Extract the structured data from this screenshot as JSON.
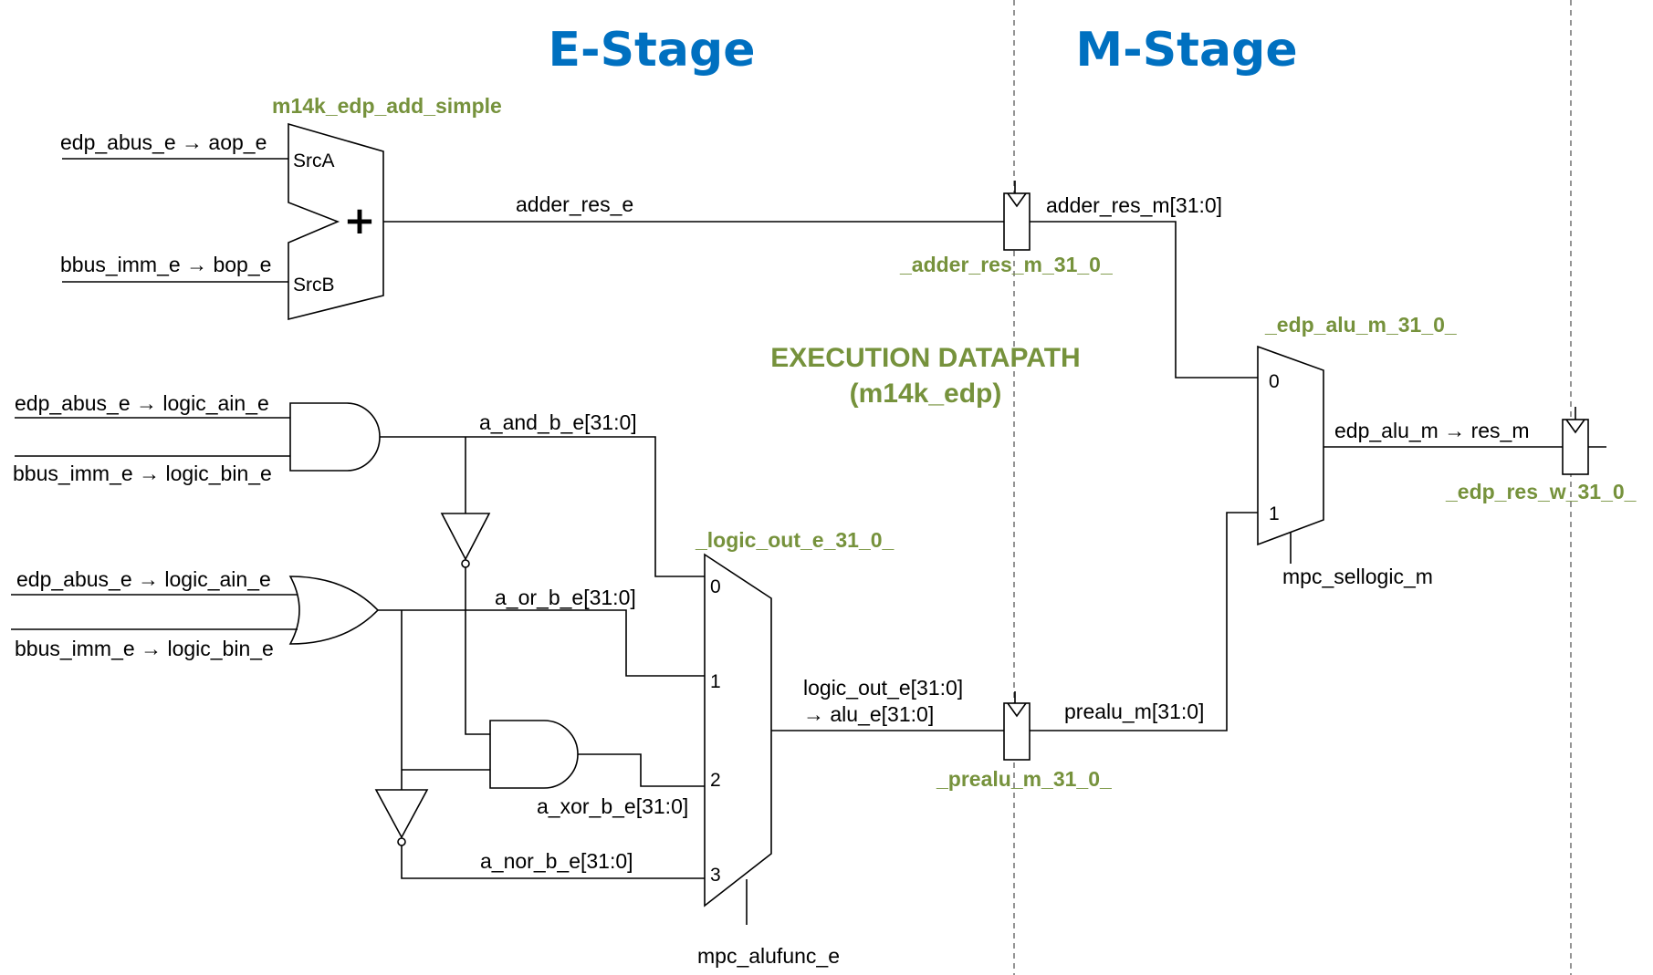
{
  "stages": {
    "e": "E-Stage",
    "m": "M-Stage"
  },
  "center_label": {
    "line1": "EXECUTION DATAPATH",
    "line2": "(m14k_edp)"
  },
  "adder": {
    "instance": "m14k_edp_add_simple",
    "port_a": "SrcA",
    "port_b": "SrcB",
    "symbol": "+",
    "input_a": "edp_abus_e → aop_e",
    "input_b": "bbus_imm_e → bop_e"
  },
  "signals": {
    "adder_res_e": "adder_res_e",
    "adder_res_m": "adder_res_m[31:0]",
    "and_in_a": "edp_abus_e → logic_ain_e",
    "and_in_b": "bbus_imm_e → logic_bin_e",
    "or_in_a": "edp_abus_e → logic_ain_e",
    "or_in_b": "bbus_imm_e → logic_bin_e",
    "a_and_b": "a_and_b_e[31:0]",
    "a_or_b": "a_or_b_e[31:0]",
    "a_xor_b": "a_xor_b_e[31:0]",
    "a_nor_b": "a_nor_b_e[31:0]",
    "logic_out_line1": "logic_out_e[31:0]",
    "logic_out_line2": "→ alu_e[31:0]",
    "prealu_m": "prealu_m[31:0]",
    "alu_out": "edp_alu_m → res_m",
    "alufunc_sel": "mpc_alufunc_e",
    "sellogic_sel": "mpc_sellogic_m"
  },
  "instances": {
    "logic_mux": "_logic_out_e_31_0_",
    "alu_mux": "_edp_alu_m_31_0_",
    "adder_reg": "_adder_res_m_31_0_",
    "prealu_reg": "_prealu_m_31_0_",
    "res_reg": "_edp_res_w_31_0_"
  },
  "logic_mux_ports": [
    "0",
    "1",
    "2",
    "3"
  ],
  "alu_mux_ports": [
    "0",
    "1"
  ],
  "colors": {
    "stage_title": "#0070c0",
    "instance_label": "#76923c",
    "divider": "#707070"
  }
}
